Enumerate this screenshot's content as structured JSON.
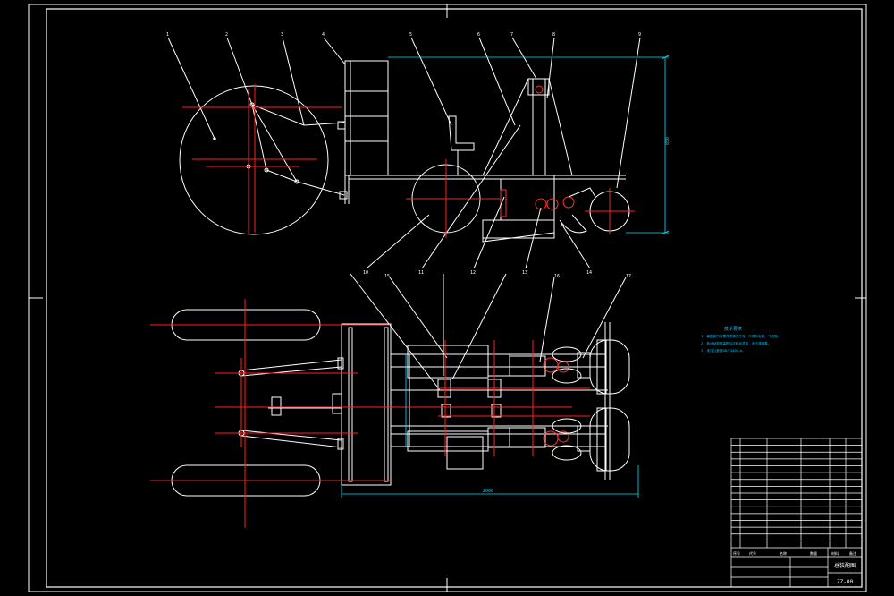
{
  "drawing": {
    "background_color": "#000000",
    "line_color": "#ffffff",
    "centerline_color": "#ff2020",
    "dimension_color": "#00ffff",
    "notes_color": "#00c8ff",
    "balloon_labels_top": [
      "1",
      "2",
      "3",
      "4",
      "5",
      "6",
      "7",
      "8",
      "9"
    ],
    "balloon_labels_bottom": [
      "10",
      "11",
      "12",
      "13",
      "14",
      "15",
      "16",
      "17"
    ],
    "dimension_height": "850",
    "dimension_length": "2000",
    "technical_notes": {
      "title": "技术要求",
      "lines": [
        "1. 装配前所有零件须清洗干净，不得有毛刺、飞边等。",
        "2. 各运动部件装配后应转动灵活，无卡滞现象。",
        "3. 未注公差按GB/T1804-m。"
      ]
    },
    "title_block": {
      "drawing_name": "总装配图",
      "drawing_number": "ZZ-00",
      "header_labels": [
        "序号",
        "代号",
        "名称",
        "数量",
        "材料",
        "备注"
      ],
      "parts_rows": 16
    }
  }
}
